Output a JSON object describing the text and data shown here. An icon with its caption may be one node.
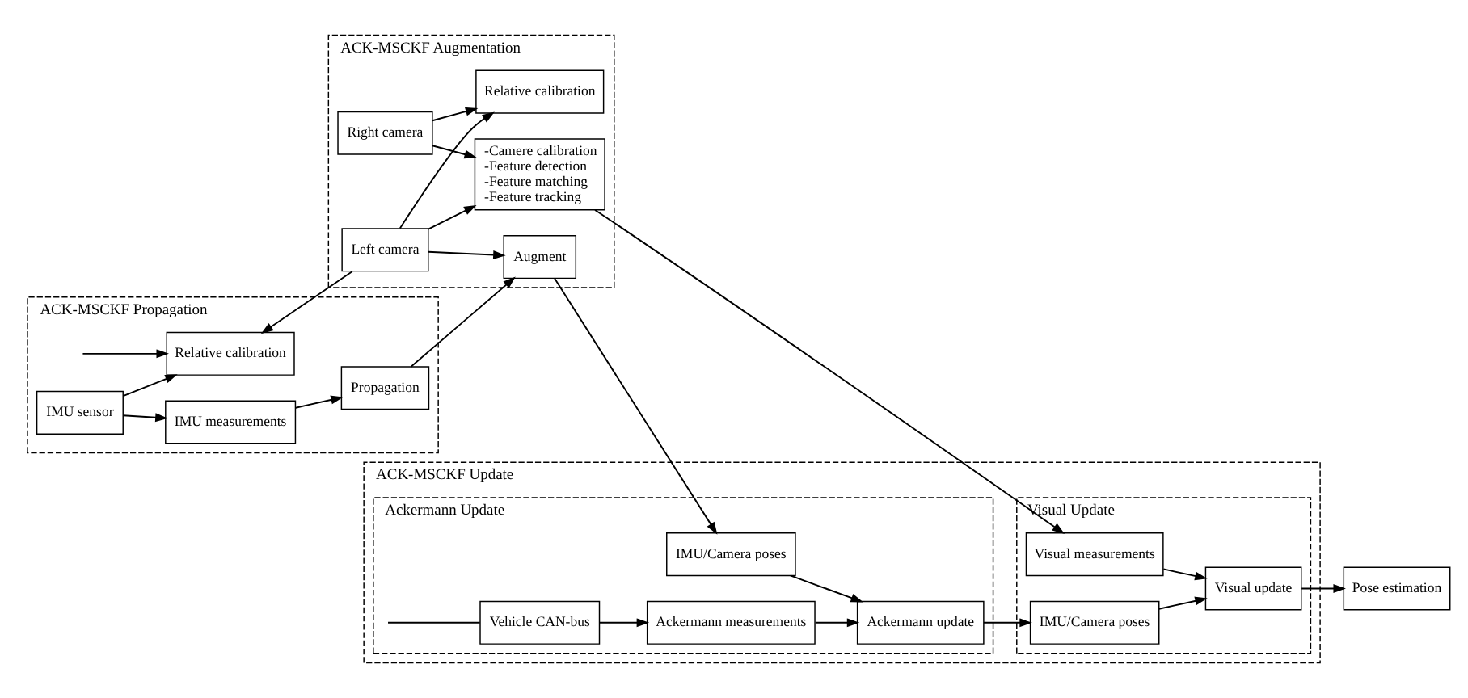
{
  "diagram": {
    "nodes": [
      {
        "text": [
          "ACK-MSCKF Propagation"
        ]
      },
      {
        "text": [
          "Propagation"
        ],
        "in": 0
      },
      {
        "text": [
          "IMU measurements"
        ],
        "in": 0
      },
      {
        "text": [
          "IMU sensor"
        ],
        "in": 0
      },
      {
        "text": [
          "Relative calibration"
        ],
        "in": 0
      },
      {
        "text": [
          "ACK-MSCKF Augmentation"
        ]
      },
      {
        "text": [
          "Augment"
        ],
        "in": 5
      },
      {
        "text": [
          "Left camera"
        ],
        "in": 5
      },
      {
        "text": [
          "Right camera"
        ],
        "in": 5
      },
      {
        "text": [
          "Relative calibration"
        ],
        "in": 5
      },
      {
        "text": [
          "-Camere calibration -Feature detection -Feature matching -Feature tracking"
        ],
        "in": 5
      },
      {
        "text": [
          "ACK-MSCKF Update"
        ]
      },
      {
        "text": [
          "Ackermann Update"
        ],
        "in": 11
      },
      {
        "text": [
          "IMU/Camera poses"
        ],
        "in": 12
      },
      {
        "text": [
          "Ackermann update"
        ],
        "in": 12
      },
      {
        "text": [
          "Ackermann measurements"
        ],
        "in": 12
      },
      {
        "text": [
          "Vehicle CAN-bus"
        ],
        "in": 12
      },
      {
        "text": [
          "Visual Update"
        ],
        "in": 11
      },
      {
        "text": [
          "IMU/Camera poses"
        ],
        "in": 17
      },
      {
        "text": [
          "Visual update"
        ],
        "in": 17
      },
      {
        "text": [
          "Visual measurements"
        ],
        "in": 17
      },
      {
        "text": [
          "Pose estimation"
        ]
      }
    ],
    "edges": [
      {
        "from": 2,
        "to": 1,
        "arrow": "to"
      },
      {
        "from": 3,
        "to": 2,
        "arrow": "to"
      },
      {
        "from": 3,
        "to": 4,
        "arrow": "to"
      },
      {
        "from": null,
        "to": 4,
        "arrow": "to"
      },
      {
        "from": 7,
        "to": 4,
        "arrow": "to"
      },
      {
        "from": 1,
        "to": 6,
        "arrow": "to"
      },
      {
        "from": 7,
        "to": 6,
        "arrow": "to"
      },
      {
        "from": 7,
        "to": 9,
        "arrow": "to"
      },
      {
        "from": 8,
        "to": 9,
        "arrow": "to"
      },
      {
        "from": 7,
        "to": 10,
        "arrow": "to"
      },
      {
        "from": 8,
        "to": 10,
        "arrow": "to"
      },
      {
        "from": 6,
        "to": 13,
        "arrow": "to"
      },
      {
        "from": 13,
        "to": 14,
        "arrow": "to"
      },
      {
        "from": 15,
        "to": 14,
        "arrow": "to"
      },
      {
        "from": 16,
        "to": 15,
        "arrow": "to"
      },
      {
        "from": null,
        "to": 16,
        "arrow": "none"
      },
      {
        "from": 14,
        "to": 18,
        "arrow": "to"
      },
      {
        "from": 18,
        "to": 19,
        "arrow": "to"
      },
      {
        "from": 20,
        "to": 19,
        "arrow": "to"
      },
      {
        "from": 10,
        "to": 20,
        "arrow": "to"
      },
      {
        "from": 19,
        "to": 21,
        "arrow": "to"
      }
    ]
  }
}
